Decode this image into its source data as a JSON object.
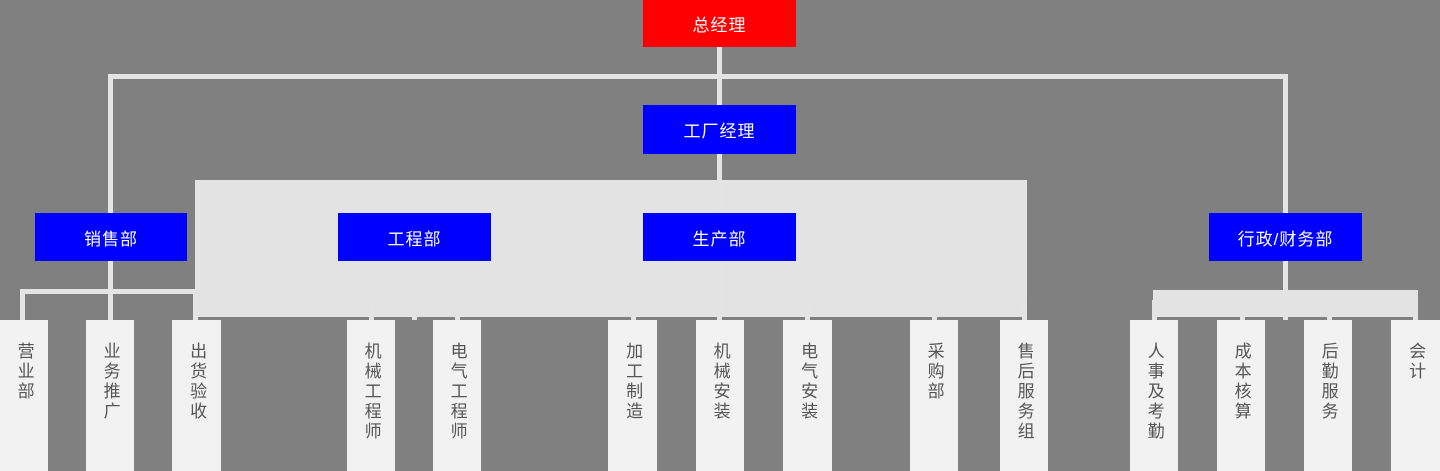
{
  "chart": {
    "title": "",
    "type": "org-chart",
    "colors": {
      "background": "#808080",
      "root_box": "#ff0000",
      "department_box": "#0000ff",
      "leaf_box": "#f2f2f2",
      "panel": "#e3e3e3",
      "connector": "#e4e4e4",
      "box_text": "#ffffff",
      "leaf_text": "#555555"
    }
  },
  "nodes": {
    "root": {
      "label": "总经理"
    },
    "plant_manager": {
      "label": "工厂经理"
    },
    "departments": [
      {
        "key": "sales",
        "label": "销售部"
      },
      {
        "key": "engineering",
        "label": "工程部"
      },
      {
        "key": "production",
        "label": "生产部"
      },
      {
        "key": "admin",
        "label": "行政/财务部"
      }
    ],
    "leaves": [
      {
        "key": "sales-office",
        "label": "营业部",
        "parent": "sales"
      },
      {
        "key": "business-promotion",
        "label": "业务推广",
        "parent": "sales"
      },
      {
        "key": "shipping-inspection",
        "label": "出货验收",
        "parent": "sales"
      },
      {
        "key": "mechanical-engineer",
        "label": "机械工程师",
        "parent": "engineering"
      },
      {
        "key": "electrical-engineer",
        "label": "电气工程师",
        "parent": "engineering"
      },
      {
        "key": "machining",
        "label": "加工制造",
        "parent": "production"
      },
      {
        "key": "mechanical-install",
        "label": "机械安装",
        "parent": "production"
      },
      {
        "key": "electrical-install",
        "label": "电气安装",
        "parent": "production"
      },
      {
        "key": "purchasing",
        "label": "采购部",
        "parent": "production"
      },
      {
        "key": "after-sales",
        "label": "售后服务组",
        "parent": "production"
      },
      {
        "key": "hr-attendance",
        "label": "人事及考勤",
        "parent": "admin"
      },
      {
        "key": "cost-accounting",
        "label": "成本核算",
        "parent": "admin"
      },
      {
        "key": "logistics-service",
        "label": "后勤服务",
        "parent": "admin"
      },
      {
        "key": "accounting",
        "label": "会计",
        "parent": "admin"
      }
    ]
  }
}
